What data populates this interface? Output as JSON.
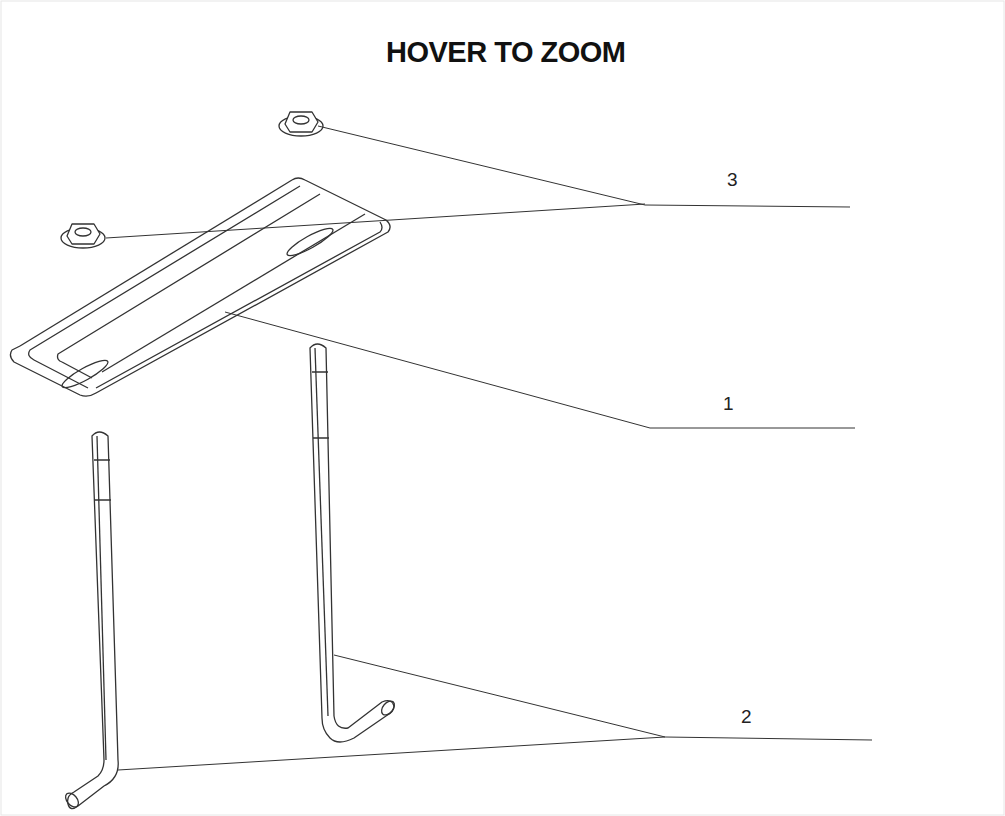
{
  "diagram": {
    "title": "HOVER TO ZOOM",
    "labels": [
      "3",
      "1",
      "2"
    ]
  }
}
